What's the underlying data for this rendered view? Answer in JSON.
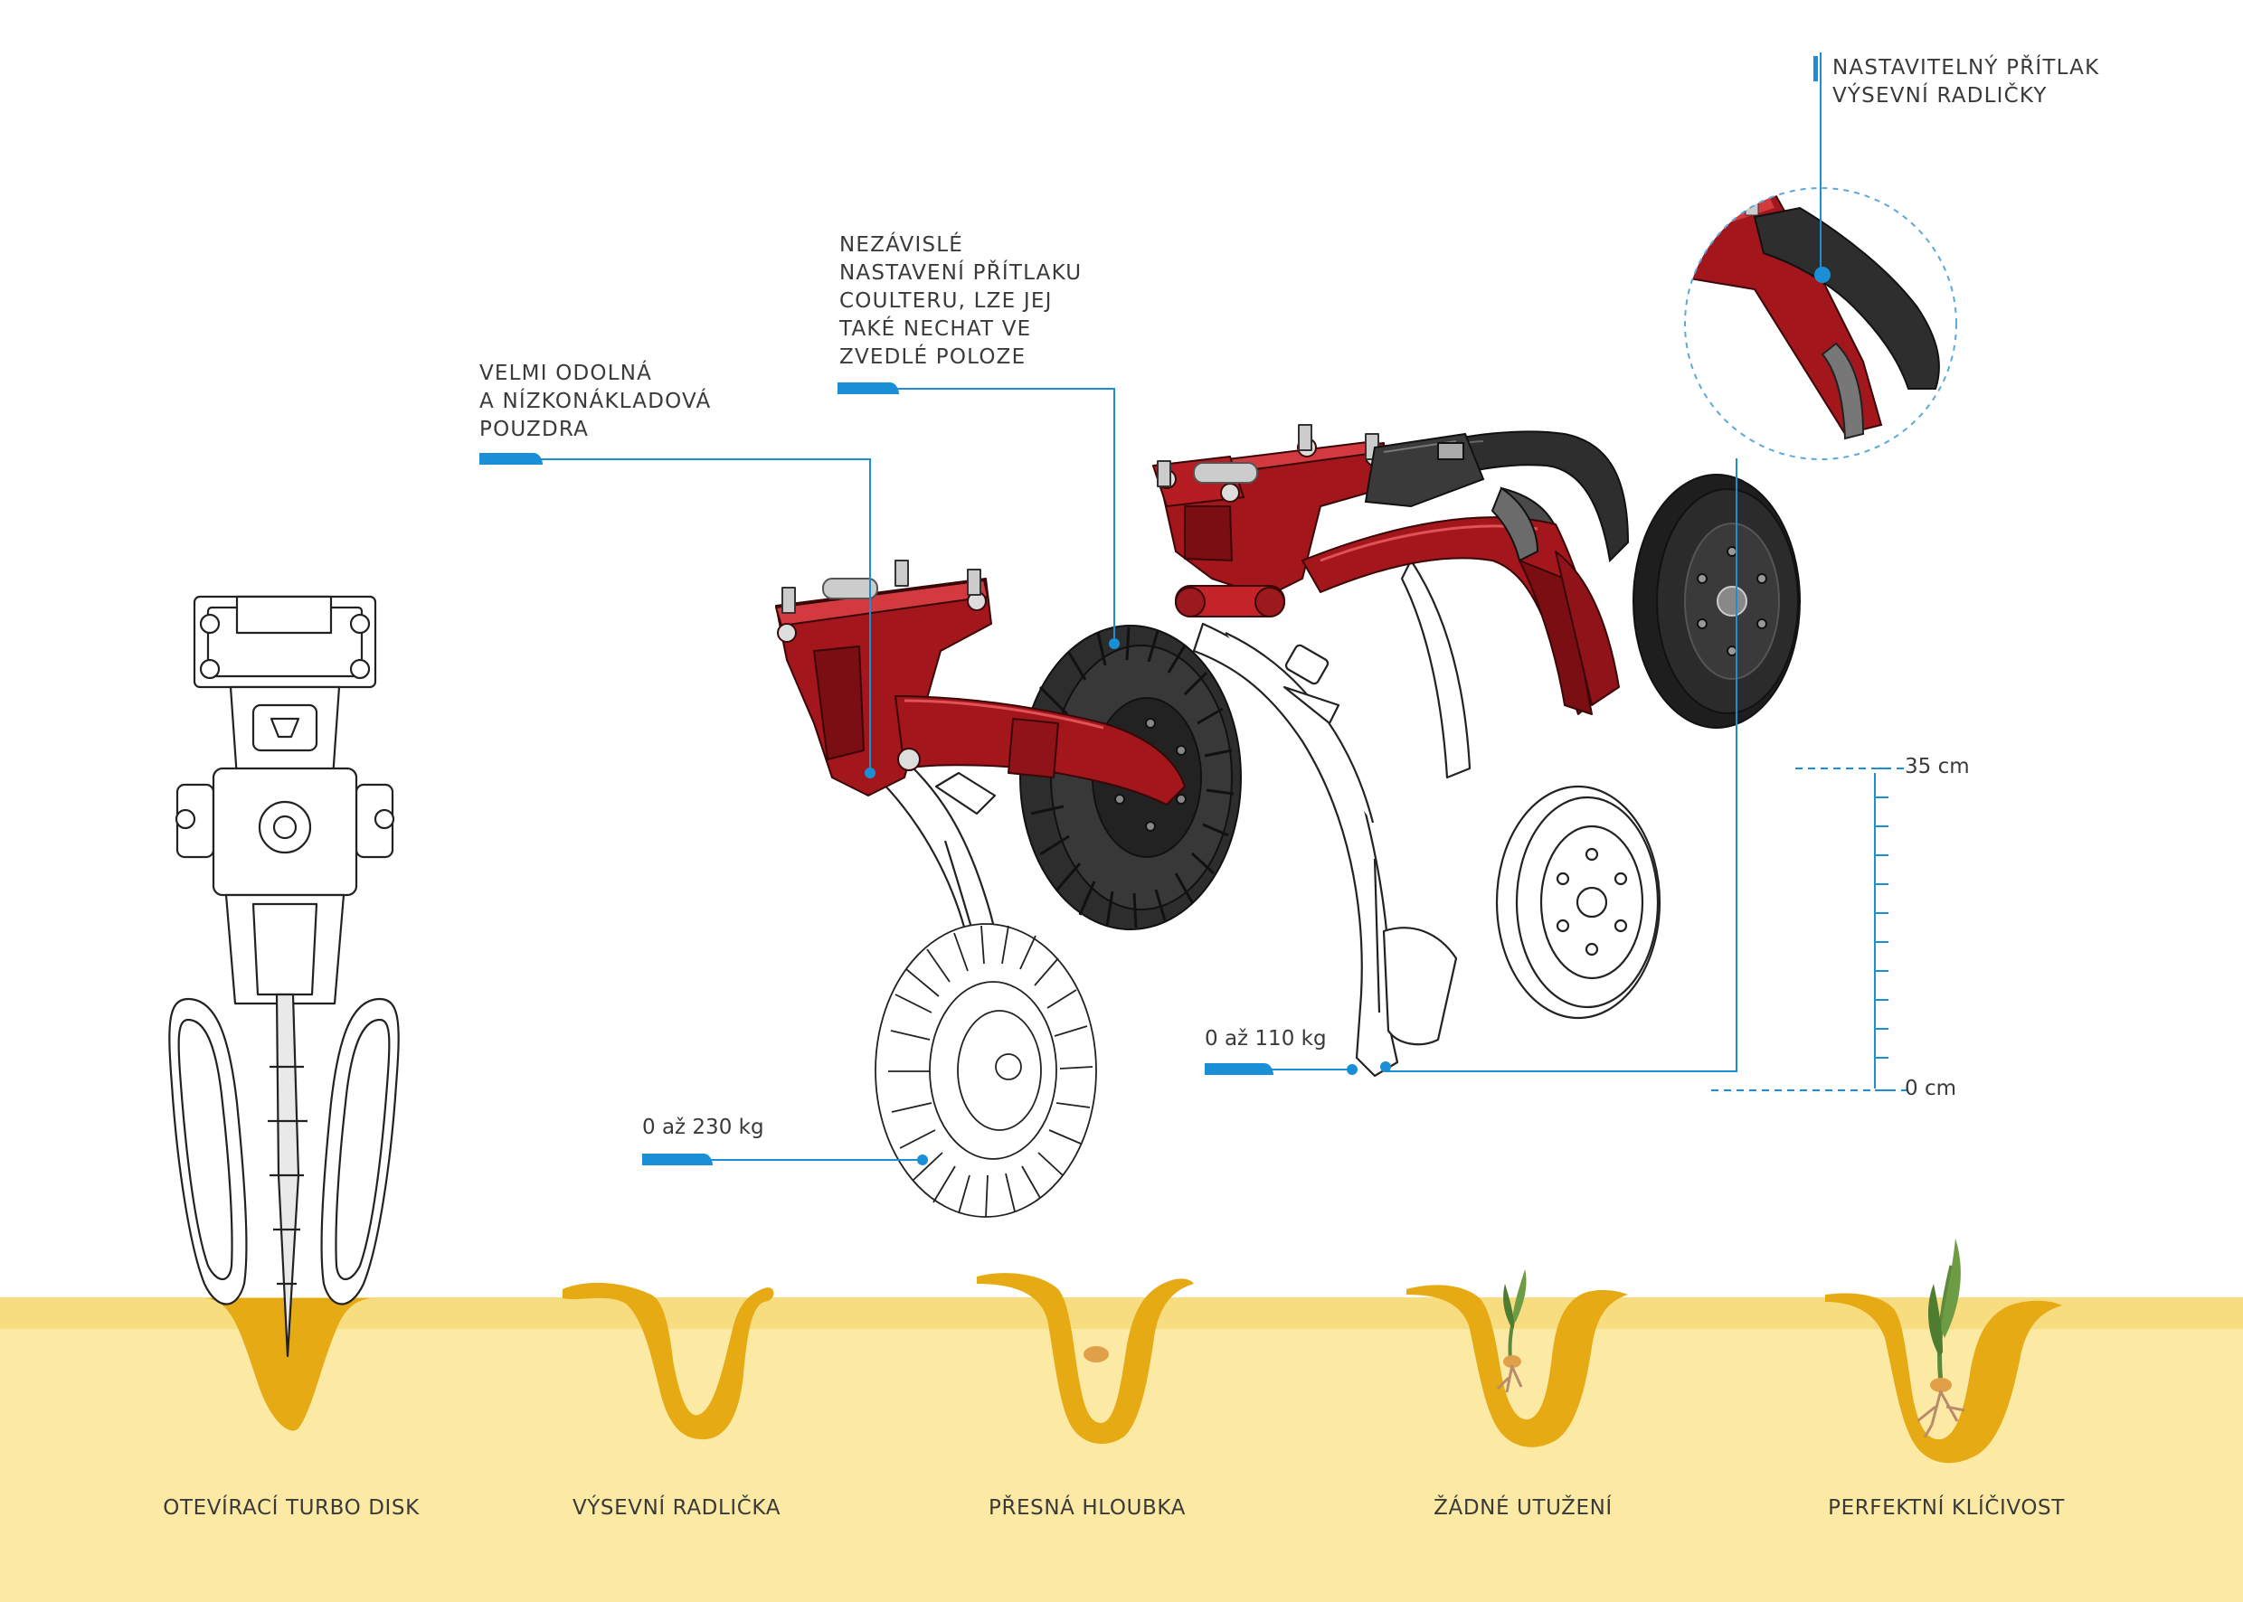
{
  "colors": {
    "accent": "#1a8fd6",
    "frame_red": "#a3161c",
    "soil_light": "#fbe9a4",
    "soil_dark": "#e6aa14",
    "sprout_green": "#5c8a3c",
    "root": "#b98b6a"
  },
  "callouts": [
    {
      "id": "housing",
      "lines": [
        "VELMI ODOLNÁ",
        "A NÍZKONÁKLADOVÁ",
        "POUZDRA"
      ]
    },
    {
      "id": "coulter",
      "lines": [
        "NEZÁVISLÉ",
        "NASTAVENÍ PŘÍTLAKU",
        "COULTERU, LZE JEJ",
        "TAKÉ NECHAT VE",
        "ZVEDLÉ POLOZE"
      ]
    },
    {
      "id": "coulter_pressure",
      "lines": [
        "NASTAVITELNÝ PŘÍTLAK",
        "VÝSEVNÍ RADLIČKY"
      ]
    }
  ],
  "values": {
    "disc_load": "0 až 230 kg",
    "coulter_load": "0 až 110 kg"
  },
  "depth_scale": {
    "max": "35 cm",
    "min": "0 cm",
    "range_cm": [
      0,
      35
    ]
  },
  "steps": [
    {
      "label": "OTEVÍRACÍ TURBO DISK"
    },
    {
      "label": "VÝSEVNÍ RADLIČKA"
    },
    {
      "label": "PŘESNÁ HLOUBKA"
    },
    {
      "label": "ŽÁDNÉ UTUŽENÍ"
    },
    {
      "label": "PERFEKTNÍ KLÍČIVOST"
    }
  ]
}
